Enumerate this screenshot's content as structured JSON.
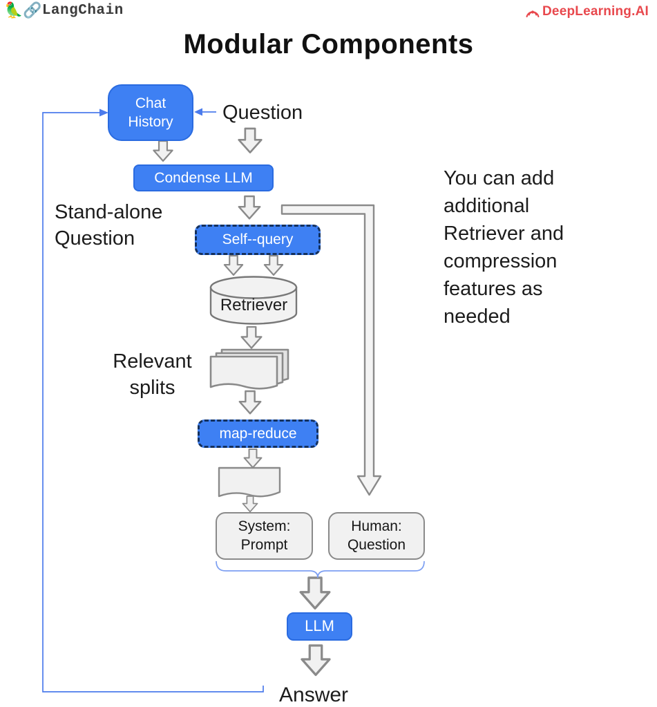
{
  "header": {
    "langchain": {
      "parrot_icon": "🦜",
      "chain_icon": "🔗",
      "label": "LangChain"
    },
    "deeplearning": {
      "label": "DeepLearning.AI"
    }
  },
  "title": "Modular Components",
  "note": "You can add\nadditional\nRetriever and\ncompression\nfeatures as\nneeded",
  "nodes": {
    "chat_history": "Chat\nHistory",
    "question": "Question",
    "condense_llm": "Condense LLM",
    "standalone_question": "Stand-alone\nQuestion",
    "self_query": "Self--query",
    "retriever": "Retriever",
    "relevant_splits": "Relevant\nsplits",
    "map_reduce": "map-reduce",
    "system_prompt": "System:\nPrompt",
    "human_question": "Human:\nQuestion",
    "llm": "LLM",
    "answer": "Answer"
  },
  "colors": {
    "node_blue": "#3e80f3",
    "node_border_blue": "#2a6be0",
    "dashed_border_navy": "#14305c",
    "connector_gray": "#8a8a8a",
    "shape_fill": "#f1f1f1",
    "flow_line_blue": "#4b7bec",
    "brace_blue": "#7d9ff2",
    "deeplearning_red": "#e8484d",
    "text_black": "#1c1c1c"
  }
}
